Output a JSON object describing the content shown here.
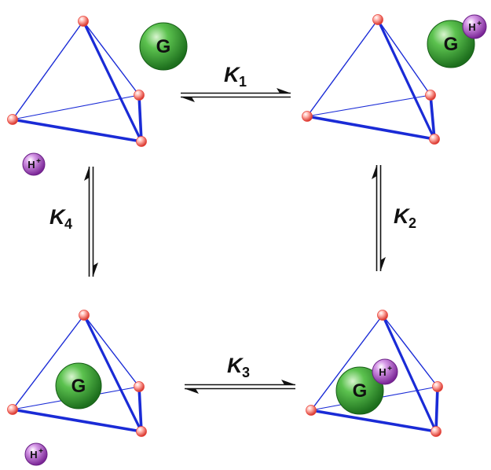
{
  "colors": {
    "cage": "#1a2bd6",
    "vertex": "#e8453c",
    "guest": "#2c9a2c",
    "proton": "#a646c8",
    "arrow": "#111111"
  },
  "guest_label": "G",
  "proton_label": "H",
  "proton_charge": "+",
  "equilibria": [
    {
      "k": "K",
      "sub": "1"
    },
    {
      "k": "K",
      "sub": "2"
    },
    {
      "k": "K",
      "sub": "3"
    },
    {
      "k": "K",
      "sub": "4"
    }
  ]
}
